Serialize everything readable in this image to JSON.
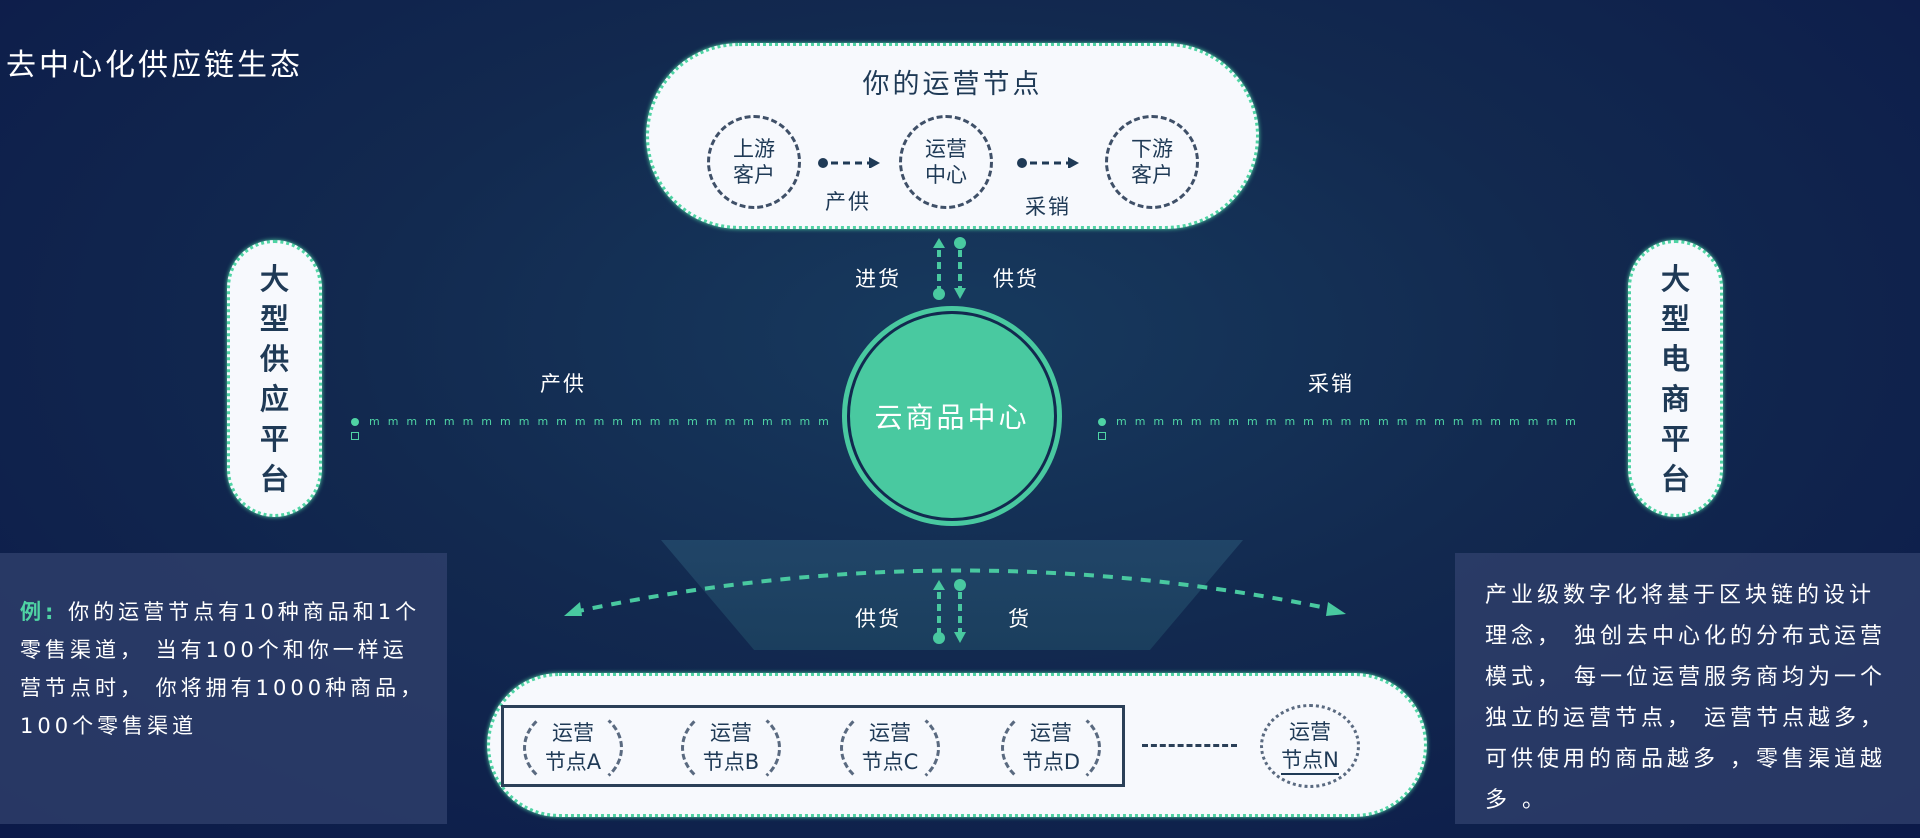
{
  "title": "去中心化供应链生态",
  "operation_node": {
    "title": "你的运营节点",
    "upstream": [
      "上游",
      "客户"
    ],
    "center": [
      "运营",
      "中心"
    ],
    "downstream": [
      "下游",
      "客户"
    ],
    "label_supply": "产供",
    "label_sales": "采销"
  },
  "upper_links": {
    "purchase": "进货",
    "supply": "供货"
  },
  "lower_links": {
    "supply": "供货",
    "goods": "货"
  },
  "left_platform": [
    "大",
    "型",
    "供",
    "应",
    "平",
    "台"
  ],
  "right_platform": [
    "大",
    "型",
    "电",
    "商",
    "平",
    "台"
  ],
  "center_hub": "云商品中心",
  "left_flow_label": "产供",
  "right_flow_label": "采销",
  "dotted_line_text": "mmmmmmmmmmmmmmmmmmmmmmmmm",
  "nodes": [
    {
      "l1": "运营",
      "l2": "节点A"
    },
    {
      "l1": "运营",
      "l2": "节点B"
    },
    {
      "l1": "运营",
      "l2": "节点C"
    },
    {
      "l1": "运营",
      "l2": "节点D"
    },
    {
      "l1": "运营",
      "l2": "节点N"
    }
  ],
  "example": {
    "prefix": "例:",
    "text": " 你的运营节点有10种商品和1个零售渠道， 当有100个和你一样运营节点时， 你将拥有1000种商品， 100个零售渠道"
  },
  "description": "产业级数字化将基于区块链的设计理念， 独创去中心化的分布式运营模式， 每一位运营服务商均为一个独立的运营节点， 运营节点越多， 可供使用的商品越多 ，零售渠道越多 。",
  "colors": {
    "accent": "#49c9a0",
    "dark_text": "#1f3a56",
    "background": "#12294f"
  }
}
